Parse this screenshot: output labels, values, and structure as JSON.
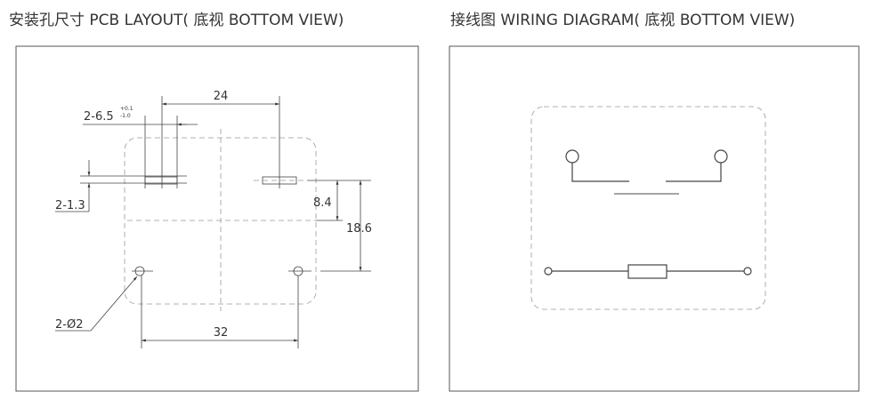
{
  "pcb_layout": {
    "title": "安装孔尺寸 PCB LAYOUT(  底视 BOTTOM VIEW)",
    "dimensions": {
      "pin_spacing": "24",
      "pin_width": "2-6.5",
      "pin_width_tol_plus": "+0.1",
      "pin_width_tol_minus": "-1.0",
      "slot_width": "2-1.3",
      "offset_v1": "8.4",
      "offset_v2": "18.6",
      "hole_diameter": "2-Ø2",
      "hole_spacing": "32"
    }
  },
  "wiring_diagram": {
    "title": "接线图 WIRING DIAGRAM(  底视 BOTTOM VIEW)"
  },
  "colors": {
    "line": "#333333",
    "dashed": "#999999",
    "frame": "#555555"
  }
}
